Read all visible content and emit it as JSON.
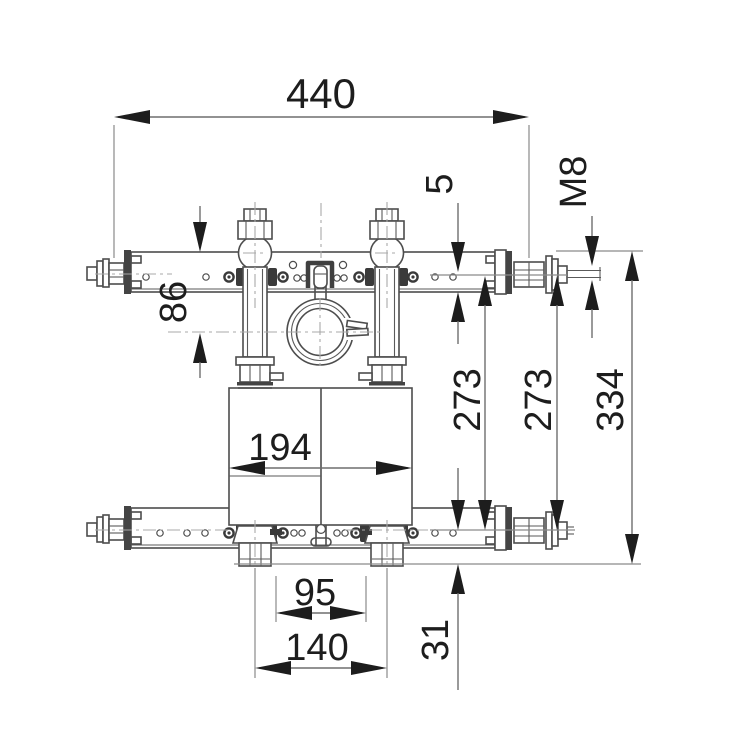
{
  "drawing": {
    "dimensions": {
      "overall_width": "440",
      "top_gap": "5",
      "thread_size": "M8",
      "clamp_center_offset": "86",
      "connection_height_left": "273",
      "connection_height_right": "273",
      "overall_height": "334",
      "body_width": "194",
      "connection_spacing": "95",
      "outlet_spacing": "140",
      "bottom_offset": "31"
    }
  }
}
